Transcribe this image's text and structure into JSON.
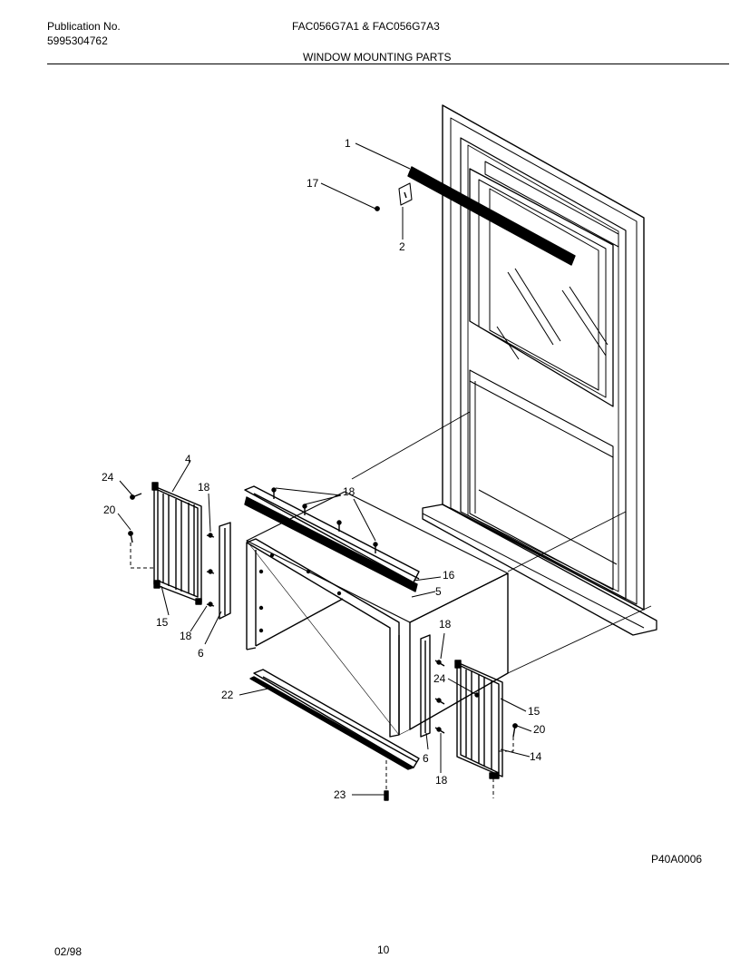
{
  "header": {
    "pub_label": "Publication No.",
    "pub_number": "5995304762",
    "models": "FAC056G7A1 & FAC056G7A3",
    "section_title": "WINDOW MOUNTING PARTS"
  },
  "footer": {
    "date": "02/98",
    "page": "10",
    "figure_code": "P40A0006"
  },
  "callouts": {
    "c1": "1",
    "c17": "17",
    "c2": "2",
    "c4": "4",
    "c24a": "24",
    "c20a": "20",
    "c18a": "18",
    "c15a": "15",
    "c18b": "18",
    "c6a": "6",
    "c18c": "18",
    "c16": "16",
    "c5": "5",
    "c18d": "18",
    "c24b": "24",
    "c15b": "15",
    "c20b": "20",
    "c14": "14",
    "c6b": "6",
    "c18e": "18",
    "c22": "22",
    "c23": "23"
  }
}
